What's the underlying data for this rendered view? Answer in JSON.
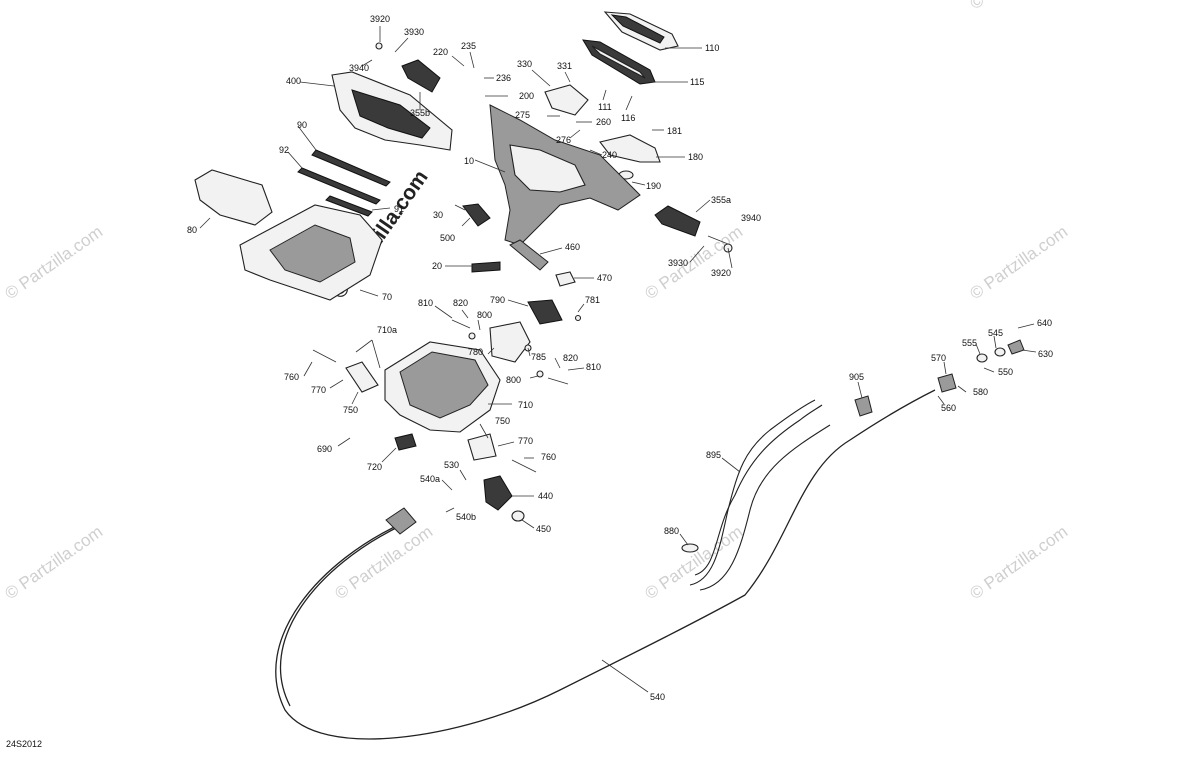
{
  "diagram_code": "24S2012",
  "watermark_text": "© Partzilla.com",
  "callouts": {
    "c110": "110",
    "c115": "115",
    "c116": "116",
    "c111": "111",
    "c181": "181",
    "c180": "180",
    "c190": "190",
    "c355a": "355a",
    "c3940r": "3940",
    "c3930r": "3930",
    "c3920r": "3920",
    "c3920": "3920",
    "c3930": "3930",
    "c3940": "3940",
    "c400": "400",
    "c355b": "355b",
    "c220": "220",
    "c235": "235",
    "c236": "236",
    "c200": "200",
    "c330": "330",
    "c331": "331",
    "c275": "275",
    "c260": "260",
    "c276": "276",
    "c240": "240",
    "c10": "10",
    "c90": "90",
    "c92": "92",
    "c91": "91",
    "c80": "80",
    "c70": "70",
    "c30": "30",
    "c500": "500",
    "c460": "460",
    "c20": "20",
    "c470": "470",
    "c790": "790",
    "c781": "781",
    "c810": "810",
    "c820": "820",
    "c800": "800",
    "c780": "780",
    "c785": "785",
    "c820b": "820",
    "c810b": "810",
    "c800b": "800",
    "c710a": "710a",
    "c760": "760",
    "c770": "770",
    "c750": "750",
    "c710": "710",
    "c690": "690",
    "c720": "720",
    "c750b": "750",
    "c770b": "770",
    "c760b": "760",
    "c530": "530",
    "c540a": "540a",
    "c440": "440",
    "c540b": "540b",
    "c450": "450",
    "c540": "540",
    "c880": "880",
    "c895": "895",
    "c905": "905",
    "c640": "640",
    "c545": "545",
    "c555": "555",
    "c630": "630",
    "c570": "570",
    "c550": "550",
    "c580": "580",
    "c560": "560"
  }
}
